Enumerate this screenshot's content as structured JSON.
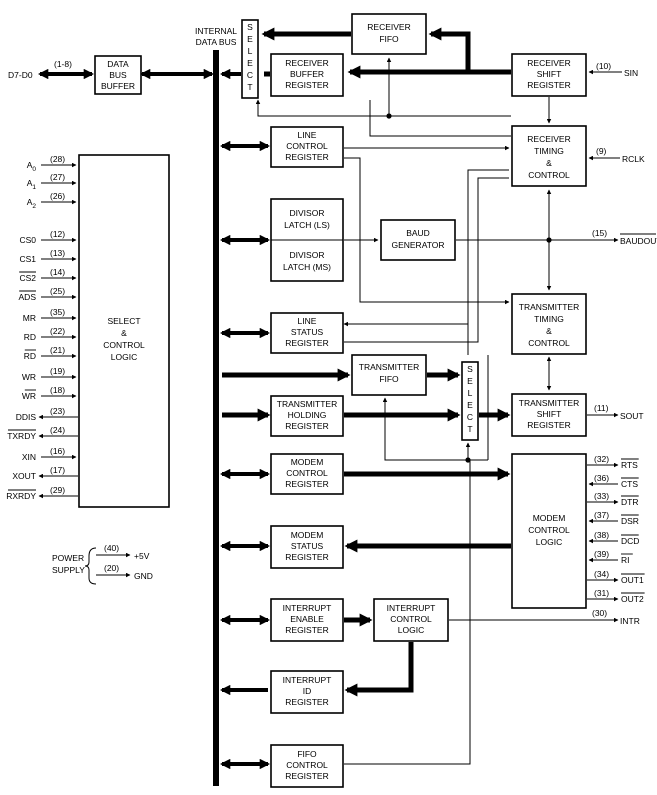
{
  "data_bus": {
    "label_line1": "INTERNAL",
    "label_line2": "DATA BUS",
    "ext_label": "D7-D0",
    "ext_pin": "(1-8)"
  },
  "blocks": {
    "data_bus_buffer": [
      "DATA",
      "BUS",
      "BUFFER"
    ],
    "receiver_fifo": [
      "RECEIVER",
      "FIFO"
    ],
    "receiver_buffer_register": [
      "RECEIVER",
      "BUFFER",
      "REGISTER"
    ],
    "receiver_shift_register": [
      "RECEIVER",
      "SHIFT",
      "REGISTER"
    ],
    "line_control_register": [
      "LINE",
      "CONTROL",
      "REGISTER"
    ],
    "receiver_timing_control": [
      "RECEIVER",
      "TIMING",
      "&",
      "CONTROL"
    ],
    "divisor_latch_ls": [
      "DIVISOR",
      "LATCH (LS)"
    ],
    "divisor_latch_ms": [
      "DIVISOR",
      "LATCH (MS)"
    ],
    "baud_generator": [
      "BAUD",
      "GENERATOR"
    ],
    "transmitter_timing_control": [
      "TRANSMITTER",
      "TIMING",
      "&",
      "CONTROL"
    ],
    "line_status_register": [
      "LINE",
      "STATUS",
      "REGISTER"
    ],
    "transmitter_fifo": [
      "TRANSMITTER",
      "FIFO"
    ],
    "transmitter_holding_register": [
      "TRANSMITTER",
      "HOLDING",
      "REGISTER"
    ],
    "transmitter_shift_register": [
      "TRANSMITTER",
      "SHIFT",
      "REGISTER"
    ],
    "modem_control_register": [
      "MODEM",
      "CONTROL",
      "REGISTER"
    ],
    "modem_status_register": [
      "MODEM",
      "STATUS",
      "REGISTER"
    ],
    "modem_control_logic": [
      "MODEM",
      "CONTROL",
      "LOGIC"
    ],
    "interrupt_enable_register": [
      "INTERRUPT",
      "ENABLE",
      "REGISTER"
    ],
    "interrupt_control_logic": [
      "INTERRUPT",
      "CONTROL",
      "LOGIC"
    ],
    "interrupt_id_register": [
      "INTERRUPT",
      "ID",
      "REGISTER"
    ],
    "fifo_control_register": [
      "FIFO",
      "CONTROL",
      "REGISTER"
    ],
    "select_control_logic": [
      "SELECT",
      "&",
      "CONTROL",
      "LOGIC"
    ]
  },
  "select_letters": [
    "S",
    "E",
    "L",
    "E",
    "C",
    "T"
  ],
  "left_pins": [
    {
      "name": "A",
      "sub": "0",
      "pin": "(28)",
      "dir": "in",
      "over": false
    },
    {
      "name": "A",
      "sub": "1",
      "pin": "(27)",
      "dir": "in",
      "over": false
    },
    {
      "name": "A",
      "sub": "2",
      "pin": "(26)",
      "dir": "in",
      "over": false
    },
    {
      "name": "CS0",
      "sub": "",
      "pin": "(12)",
      "dir": "in",
      "over": false
    },
    {
      "name": "CS1",
      "sub": "",
      "pin": "(13)",
      "dir": "in",
      "over": false
    },
    {
      "name": "CS2",
      "sub": "",
      "pin": "(14)",
      "dir": "in",
      "over": true
    },
    {
      "name": "ADS",
      "sub": "",
      "pin": "(25)",
      "dir": "in",
      "over": true
    },
    {
      "name": "MR",
      "sub": "",
      "pin": "(35)",
      "dir": "in",
      "over": false
    },
    {
      "name": "RD",
      "sub": "",
      "pin": "(22)",
      "dir": "in",
      "over": false
    },
    {
      "name": "RD",
      "sub": "",
      "pin": "(21)",
      "dir": "in",
      "over": true
    },
    {
      "name": "WR",
      "sub": "",
      "pin": "(19)",
      "dir": "in",
      "over": false
    },
    {
      "name": "WR",
      "sub": "",
      "pin": "(18)",
      "dir": "in",
      "over": true
    },
    {
      "name": "DDIS",
      "sub": "",
      "pin": "(23)",
      "dir": "out",
      "over": false
    },
    {
      "name": "TXRDY",
      "sub": "",
      "pin": "(24)",
      "dir": "out",
      "over": true
    },
    {
      "name": "XIN",
      "sub": "",
      "pin": "(16)",
      "dir": "in",
      "over": false
    },
    {
      "name": "XOUT",
      "sub": "",
      "pin": "(17)",
      "dir": "out",
      "over": false
    },
    {
      "name": "RXRDY",
      "sub": "",
      "pin": "(29)",
      "dir": "out",
      "over": true
    }
  ],
  "right_pins": {
    "sin": {
      "name": "SIN",
      "pin": "(10)"
    },
    "rclk": {
      "name": "RCLK",
      "pin": "(9)"
    },
    "baudout": {
      "name": "BAUDOUT",
      "pin": "(15)"
    },
    "sout": {
      "name": "SOUT",
      "pin": "(11)"
    },
    "intr": {
      "name": "INTR",
      "pin": "(30)"
    }
  },
  "modem_pins": [
    {
      "name": "RTS",
      "pin": "(32)",
      "dir": "out"
    },
    {
      "name": "CTS",
      "pin": "(36)",
      "dir": "in"
    },
    {
      "name": "DTR",
      "pin": "(33)",
      "dir": "out"
    },
    {
      "name": "DSR",
      "pin": "(37)",
      "dir": "in"
    },
    {
      "name": "DCD",
      "pin": "(38)",
      "dir": "in"
    },
    {
      "name": "RI",
      "pin": "(39)",
      "dir": "in"
    },
    {
      "name": "OUT1",
      "pin": "(34)",
      "dir": "out"
    },
    {
      "name": "OUT2",
      "pin": "(31)",
      "dir": "out"
    }
  ],
  "power": {
    "label_line1": "POWER",
    "label_line2": "SUPPLY",
    "vcc_pin": "(40)",
    "vcc_label": "+5V",
    "gnd_pin": "(20)",
    "gnd_label": "GND"
  }
}
